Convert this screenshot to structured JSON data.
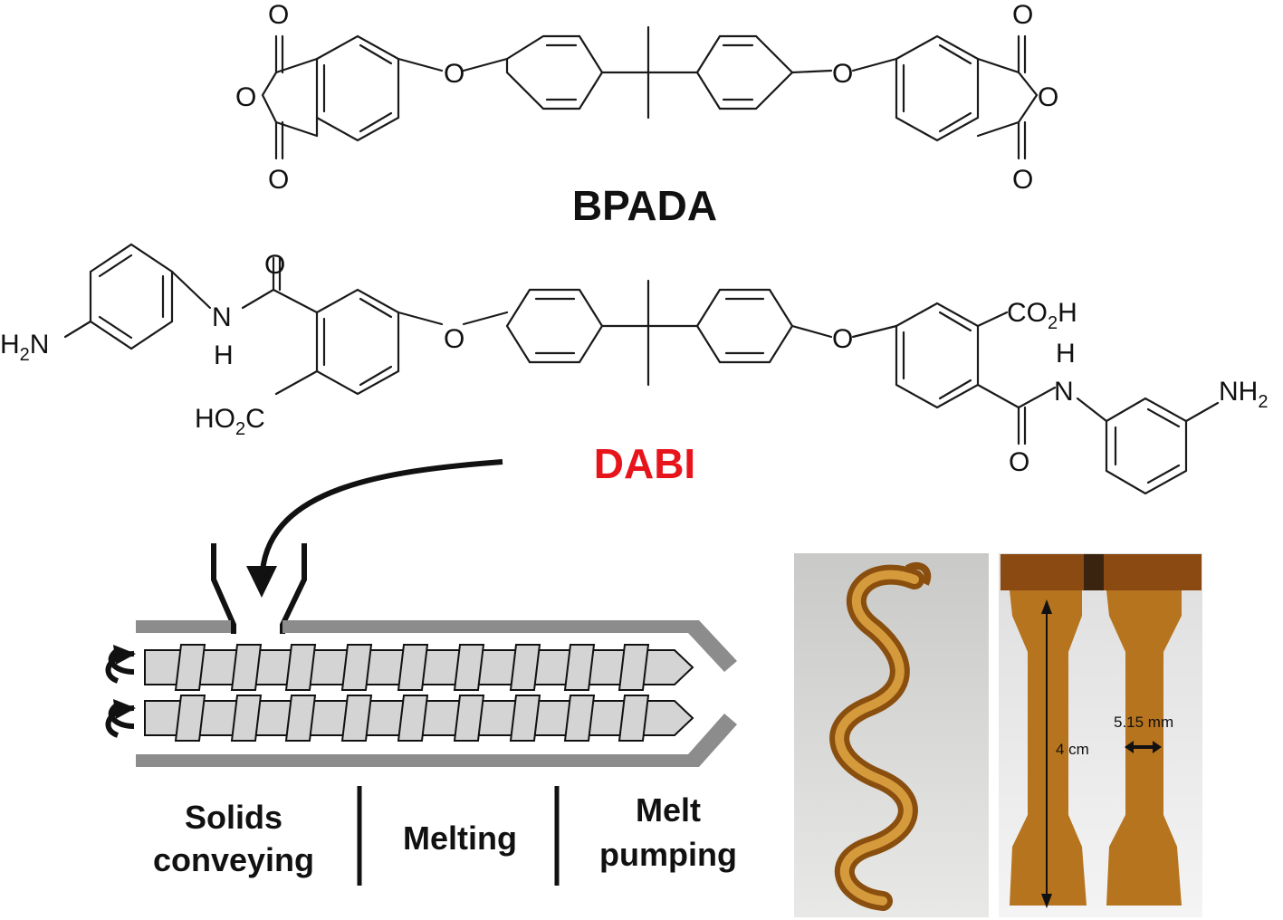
{
  "molecules": {
    "bpada": {
      "name": "BPADA",
      "color": "#111111"
    },
    "dabi": {
      "name": "DABI",
      "color": "#e8141c"
    }
  },
  "atoms": {
    "oxygen": "O",
    "nitrogen_h": "H",
    "nitrogen": "N",
    "amine": "NH",
    "amine_sub": "2",
    "h2n_h": "H",
    "h2n_sub": "2",
    "h2n_n": "N",
    "acid_prefix": "CO",
    "acid_sub": "2",
    "acid_suffix": "H",
    "acid2_prefix": "HO",
    "acid2_sub": "2",
    "acid2_suffix": "C"
  },
  "extruder": {
    "stages": [
      "Solids",
      "conveying",
      "Melting",
      "Melt",
      "pumping"
    ]
  },
  "photos": {
    "dogbone_length": "4 cm",
    "dogbone_width": "5.15 mm"
  },
  "colors": {
    "barrel": "#8c8c8c",
    "screw": "#d4d4d4",
    "amber": "#b8731a"
  }
}
